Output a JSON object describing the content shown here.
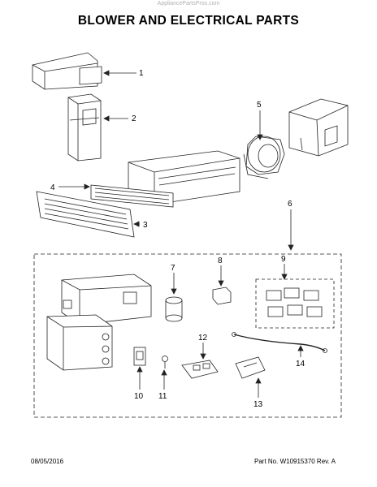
{
  "header": {
    "watermark": "AppliancePartsPros.com",
    "title": "BLOWER AND ELECTRICAL PARTS"
  },
  "callouts": [
    "1",
    "2",
    "3",
    "4",
    "5",
    "6",
    "7",
    "8",
    "9",
    "10",
    "11",
    "12",
    "13",
    "14"
  ],
  "footer": {
    "date": "08/05/2016",
    "part_number": "Part No. W10915370  Rev. A"
  },
  "colors": {
    "line": "#222222",
    "fill": "#ffffff",
    "shade": "#dcdcdc"
  }
}
